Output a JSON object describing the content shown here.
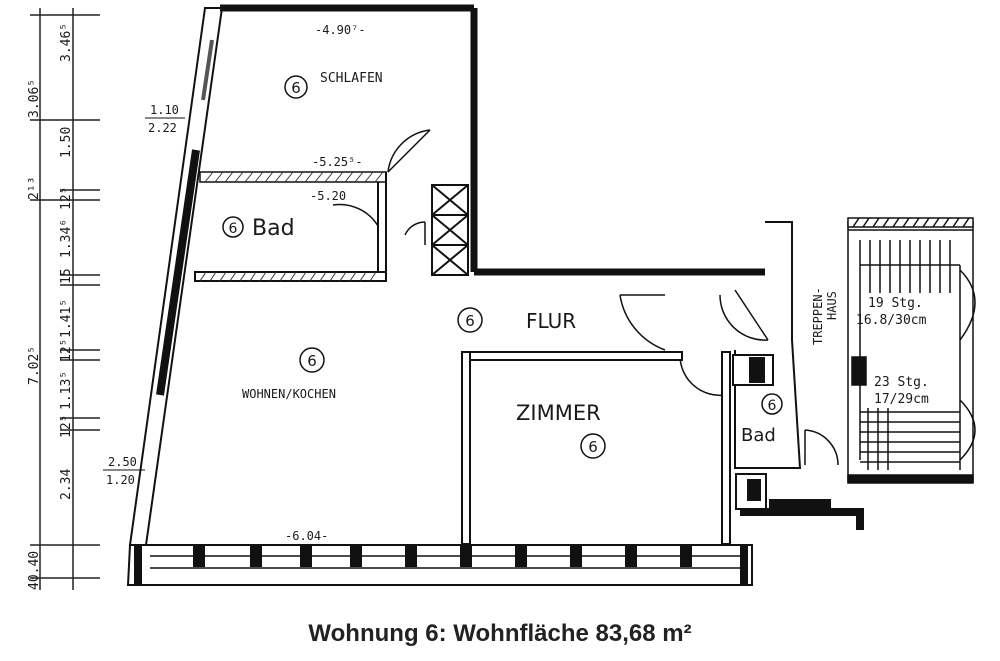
{
  "caption": "Wohnung 6: Wohnfläche 83,68 m²",
  "rooms": {
    "schlafen": {
      "number": "6",
      "label": "SCHLAFEN"
    },
    "bad_main": {
      "number": "6",
      "label": "Bad"
    },
    "flur": {
      "number": "6",
      "label": "FLUR"
    },
    "wohnen": {
      "number": "6",
      "label": "WOHNEN/KOCHEN"
    },
    "zimmer": {
      "number": "6",
      "label": "ZIMMER"
    },
    "bad_small": {
      "number": "6",
      "label": "Bad"
    }
  },
  "stairwell": {
    "label_line1": "TREPPEN-",
    "label_line2": "HAUS",
    "upper_flight_line1": "19 Stg.",
    "upper_flight_line2": "16.8/30cm",
    "lower_flight_line1": "23 Stg.",
    "lower_flight_line2": "17/29cm"
  },
  "dimensions": {
    "schlafen_width": "-4.90⁷-",
    "schlafen_wall": "-5.25⁵-",
    "bad_width": "-5.20",
    "wohnen_width": "-6.04-",
    "window_upper_top": "1.10",
    "window_upper_bottom": "2.22",
    "window_lower_top": "2.50",
    "window_lower_bottom": "1.20"
  },
  "left_scale": {
    "outer": [
      "3.06⁵",
      "2¹³",
      "7.02⁵",
      "40.40"
    ],
    "inner": [
      "3.46⁵",
      "1.50",
      "12⁵",
      "1.34⁶",
      "15",
      "1.41⁵",
      "12⁵",
      "1.13⁵",
      "12⁵",
      "2.34"
    ]
  }
}
